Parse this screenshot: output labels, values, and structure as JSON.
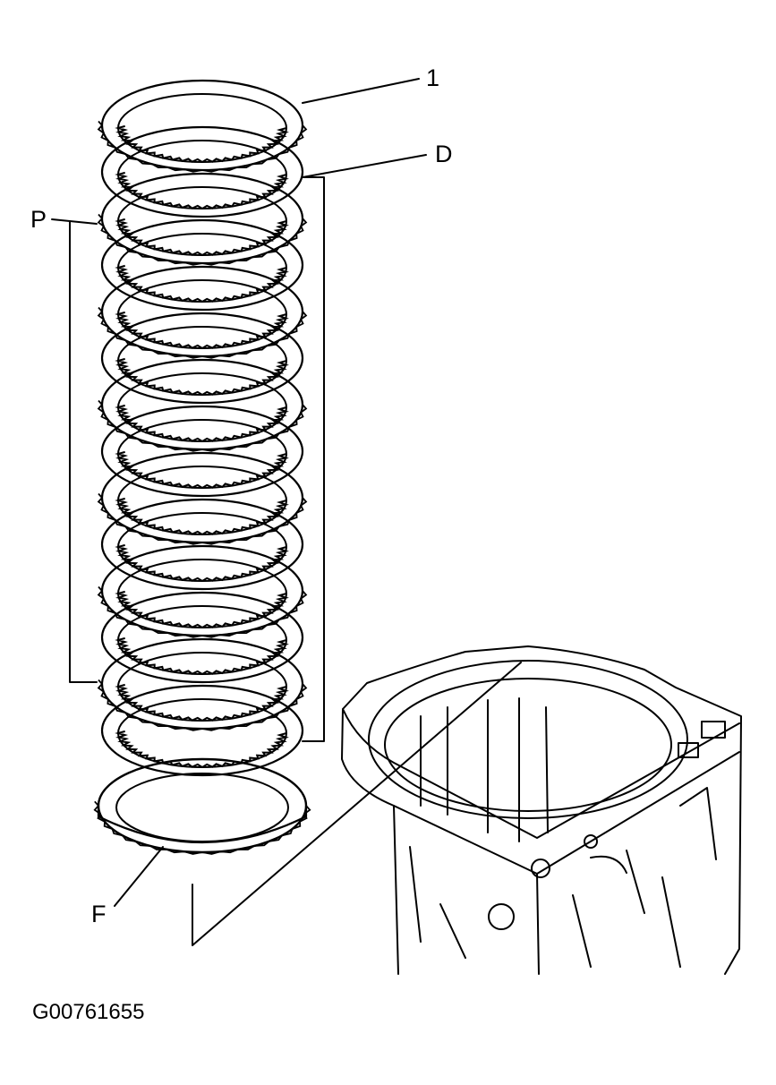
{
  "labels": {
    "top_plate": "1",
    "discs": "D",
    "plates": "P",
    "flange": "F"
  },
  "figure_id": "G00761655",
  "colors": {
    "ink": "#000000",
    "paper": "#ffffff"
  }
}
